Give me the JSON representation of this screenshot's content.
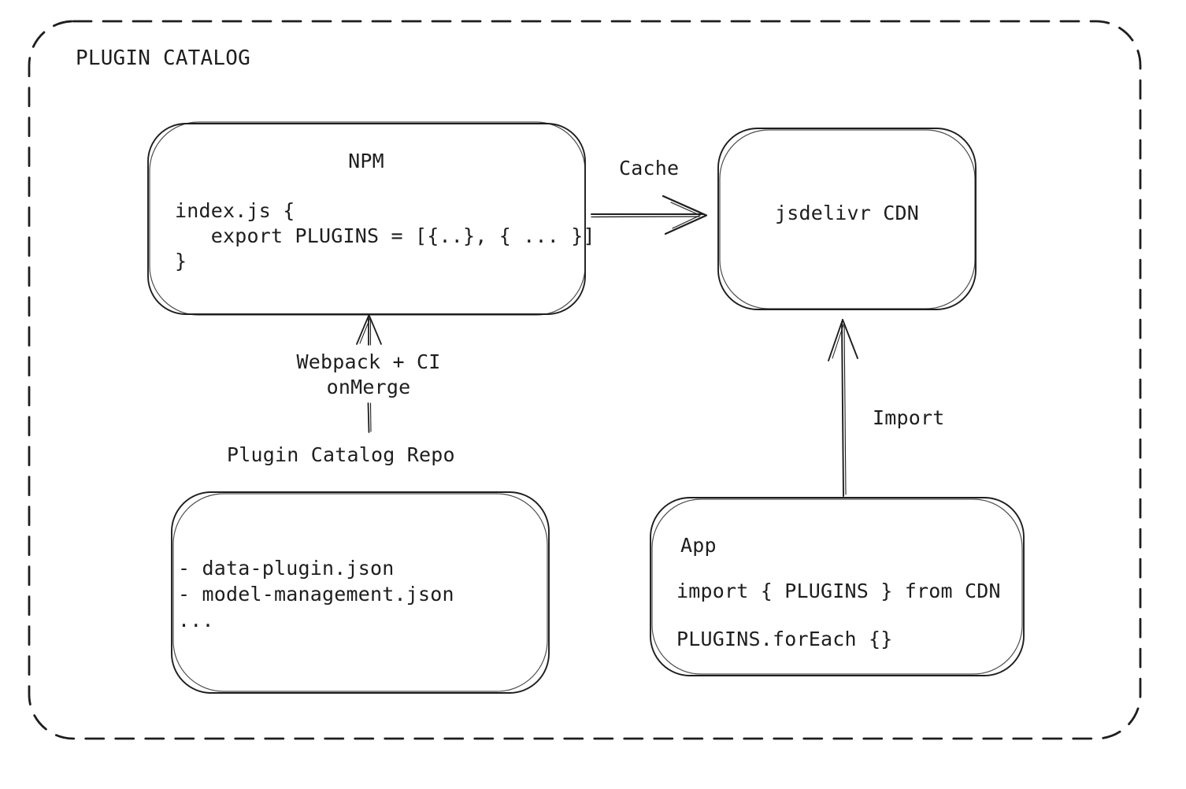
{
  "colors": {
    "ink": "#1e1e1e",
    "background": "#ffffff"
  },
  "container": {
    "title": "PLUGIN CATALOG"
  },
  "npm_box": {
    "title": "NPM",
    "code": "index.js {\n   export PLUGINS = [{..}, { ... }]\n}"
  },
  "cdn_box": {
    "title": "jsdelivr CDN"
  },
  "repo_box": {
    "label": "Plugin Catalog Repo",
    "files": "- data-plugin.json\n- model-management.json\n..."
  },
  "app_box": {
    "title": "App",
    "import_line": "import { PLUGINS } from CDN",
    "foreach_line": "PLUGINS.forEach {}"
  },
  "edges": {
    "cache_label": "Cache",
    "build_label": "Webpack + CI\nonMerge",
    "import_label": "Import"
  }
}
